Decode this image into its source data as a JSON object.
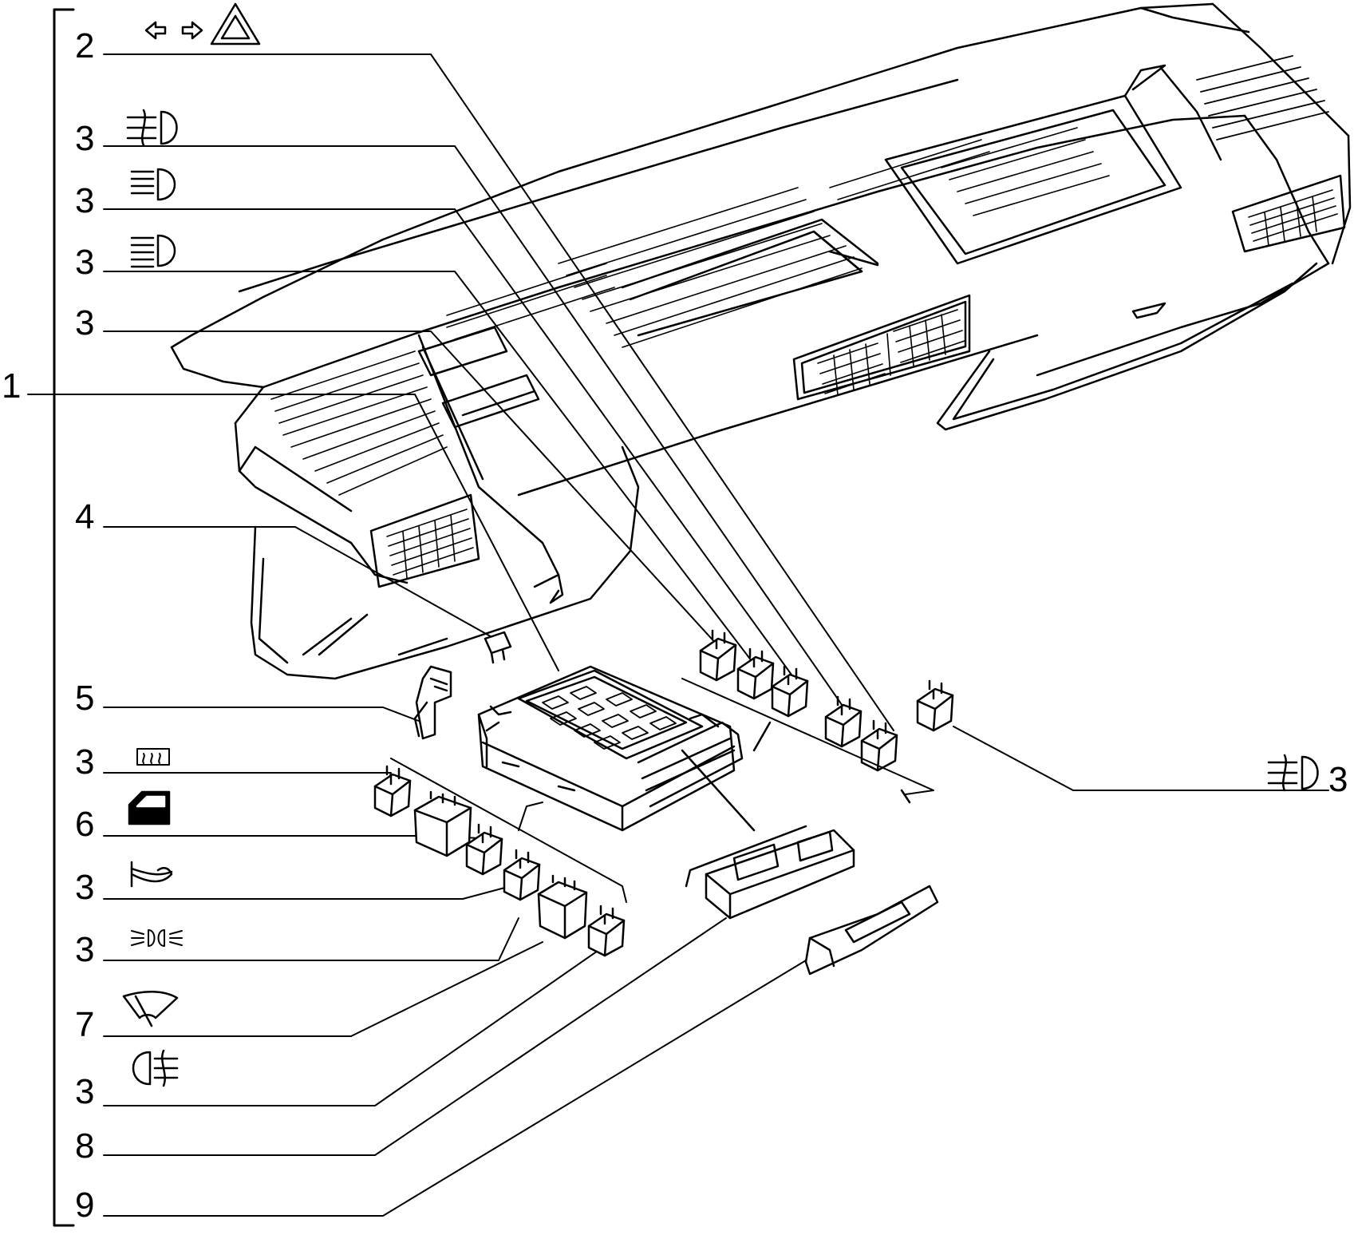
{
  "diagram": {
    "callouts": [
      {
        "id": "c1",
        "number": "1",
        "symbol": "",
        "symbol_icon": ""
      },
      {
        "id": "c2",
        "number": "2",
        "symbol": "",
        "symbol_icon": "hazard-turn-signal-icon"
      },
      {
        "id": "c3a",
        "number": "3",
        "symbol": "",
        "symbol_icon": "front-fog-light-icon"
      },
      {
        "id": "c3b",
        "number": "3",
        "symbol": "",
        "symbol_icon": "high-beam-icon"
      },
      {
        "id": "c3c",
        "number": "3",
        "symbol": "",
        "symbol_icon": "low-beam-icon"
      },
      {
        "id": "c3d",
        "number": "3",
        "symbol": "",
        "symbol_icon": ""
      },
      {
        "id": "c4",
        "number": "4",
        "symbol": "",
        "symbol_icon": ""
      },
      {
        "id": "c5",
        "number": "5",
        "symbol": "",
        "symbol_icon": ""
      },
      {
        "id": "c3e",
        "number": "3",
        "symbol": "",
        "symbol_icon": "rear-defrost-icon"
      },
      {
        "id": "c6",
        "number": "6",
        "symbol": "",
        "symbol_icon": "power-window-icon"
      },
      {
        "id": "c3f",
        "number": "3",
        "symbol": "",
        "symbol_icon": "horn-icon"
      },
      {
        "id": "c3g",
        "number": "3",
        "symbol": "",
        "symbol_icon": "side-lights-icon"
      },
      {
        "id": "c7",
        "number": "7",
        "symbol": "",
        "symbol_icon": "wiper-icon"
      },
      {
        "id": "c3h",
        "number": "3",
        "symbol": "",
        "symbol_icon": "rear-fog-light-icon"
      },
      {
        "id": "c8",
        "number": "8",
        "symbol": "",
        "symbol_icon": ""
      },
      {
        "id": "c9",
        "number": "9",
        "symbol": "",
        "symbol_icon": ""
      },
      {
        "id": "c3r",
        "number": "3",
        "symbol": "",
        "symbol_icon": "front-fog-light-icon"
      }
    ]
  },
  "colors": {
    "line": "#000000",
    "background": "#ffffff"
  }
}
